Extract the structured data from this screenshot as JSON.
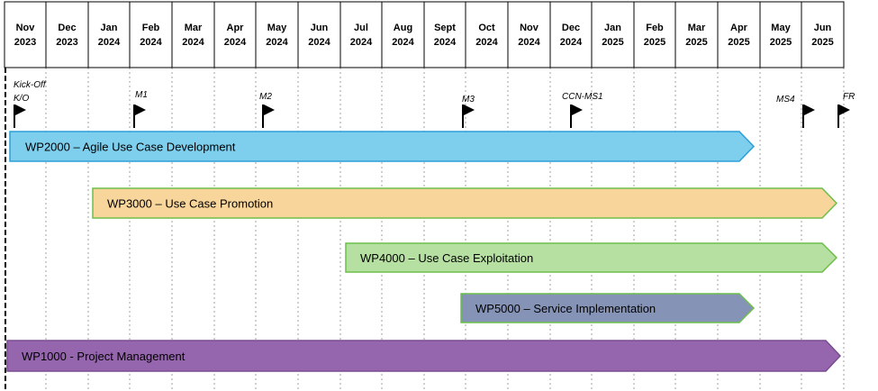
{
  "timeline": {
    "months": [
      {
        "month": "Nov",
        "year": "2023"
      },
      {
        "month": "Dec",
        "year": "2023"
      },
      {
        "month": "Jan",
        "year": "2024"
      },
      {
        "month": "Feb",
        "year": "2024"
      },
      {
        "month": "Mar",
        "year": "2024"
      },
      {
        "month": "Apr",
        "year": "2024"
      },
      {
        "month": "May",
        "year": "2024"
      },
      {
        "month": "Jun",
        "year": "2024"
      },
      {
        "month": "Jul",
        "year": "2024"
      },
      {
        "month": "Aug",
        "year": "2024"
      },
      {
        "month": "Sept",
        "year": "2024"
      },
      {
        "month": "Oct",
        "year": "2024"
      },
      {
        "month": "Nov",
        "year": "2024"
      },
      {
        "month": "Dec",
        "year": "2024"
      },
      {
        "month": "Jan",
        "year": "2025"
      },
      {
        "month": "Feb",
        "year": "2025"
      },
      {
        "month": "Mar",
        "year": "2025"
      },
      {
        "month": "Apr",
        "year": "2025"
      },
      {
        "month": "May",
        "year": "2025"
      },
      {
        "month": "Jun",
        "year": "2025"
      }
    ]
  },
  "milestones": [
    {
      "id": "kickoff",
      "label_lines": [
        "Kick-Off",
        "K/O"
      ]
    },
    {
      "id": "m1",
      "label_lines": [
        "M1"
      ]
    },
    {
      "id": "m2",
      "label_lines": [
        "M2"
      ]
    },
    {
      "id": "m3",
      "label_lines": [
        "M3"
      ]
    },
    {
      "id": "ccn-ms1",
      "label_lines": [
        "CCN-MS1"
      ]
    },
    {
      "id": "ms4",
      "label_lines": [
        "MS4"
      ]
    },
    {
      "id": "fr",
      "label_lines": [
        "FR"
      ]
    }
  ],
  "work_packages": [
    {
      "id": "wp2000",
      "label": "WP2000 – Agile Use Case Development",
      "fill": "#7ecfee",
      "stroke": "#2d9fd8"
    },
    {
      "id": "wp3000",
      "label": "WP3000 – Use Case Promotion",
      "fill": "#f8d59b",
      "stroke": "#6cbf4a"
    },
    {
      "id": "wp4000",
      "label": "WP4000 –  Use Case Exploitation",
      "fill": "#b6e0a2",
      "stroke": "#6cbf4a"
    },
    {
      "id": "wp5000",
      "label": "WP5000 –  Service Implementation",
      "fill": "#8593b7",
      "stroke": "#6cbf4a"
    },
    {
      "id": "wp1000",
      "label": "WP1000 - Project Management",
      "fill": "#9565ad",
      "stroke": "#7a4c92"
    }
  ],
  "colors": {
    "grid_line": "#a0a0a0",
    "header_border": "#000000",
    "flag": "#000000"
  }
}
